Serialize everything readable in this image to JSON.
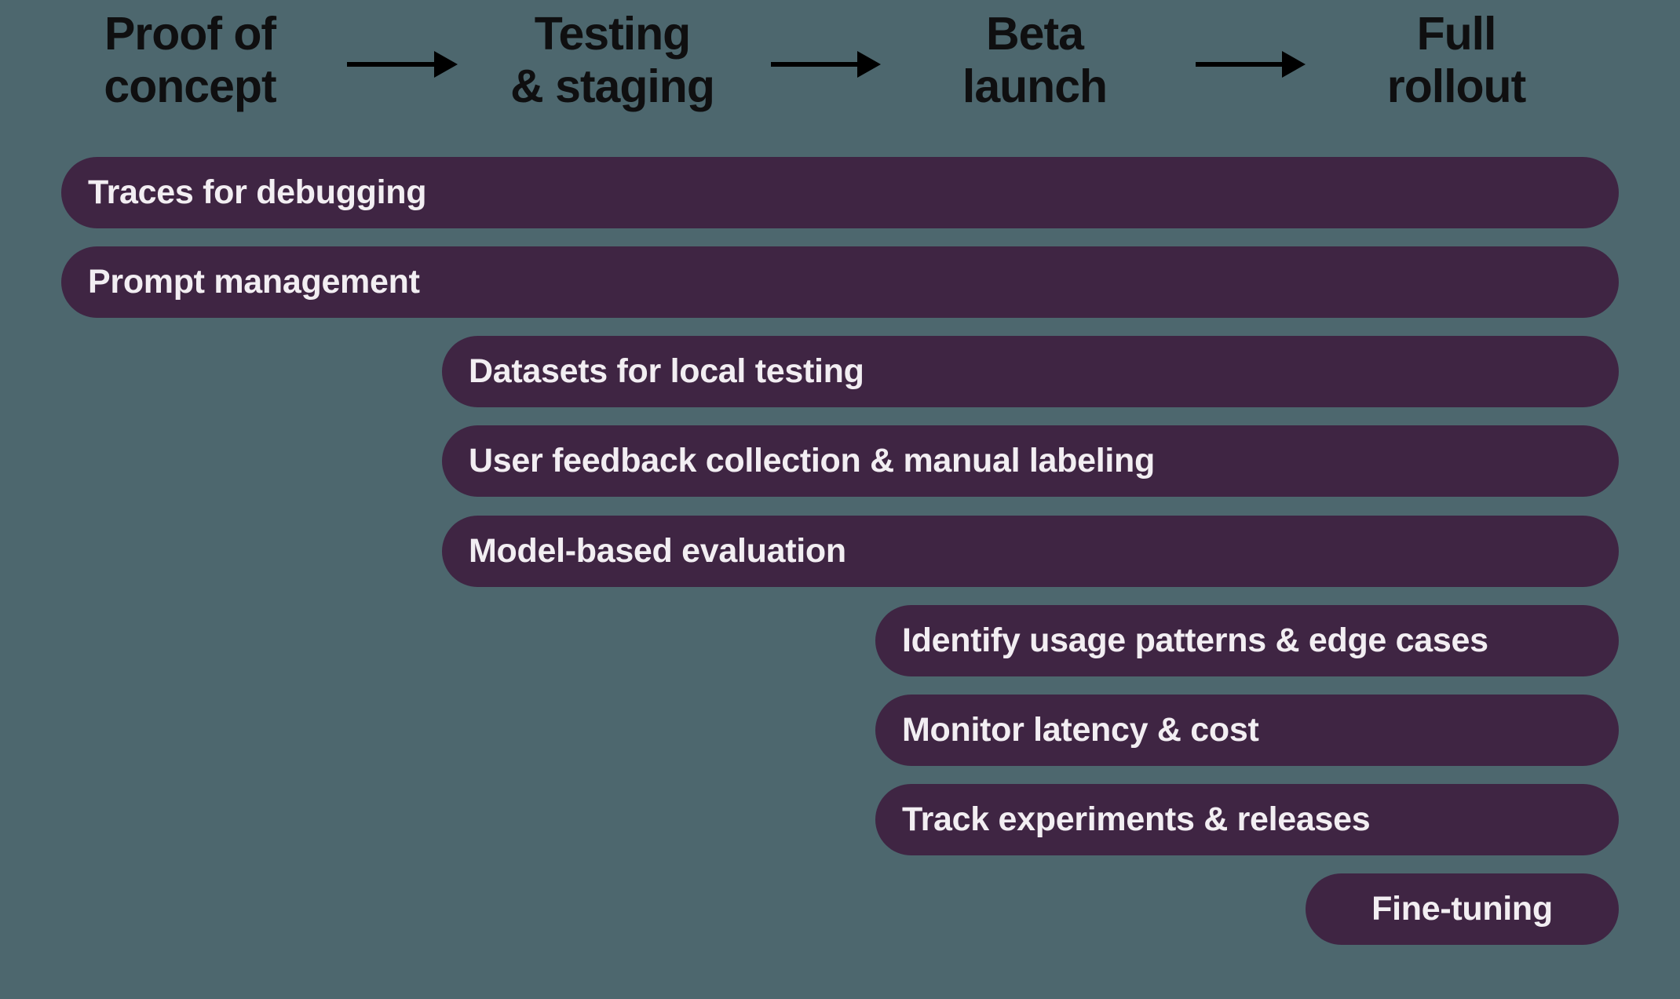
{
  "colors": {
    "background": "#4d676e",
    "bar_fill": "#3f2543",
    "header_text": "#0f0f10",
    "bar_text": "#f2eef2",
    "arrow": "#000000"
  },
  "phases": [
    {
      "name": "Proof of concept",
      "line1": "Proof of",
      "line2": "concept"
    },
    {
      "name": "Testing & staging",
      "line1": "Testing",
      "line2": "& staging"
    },
    {
      "name": "Beta launch",
      "line1": "Beta",
      "line2": "launch"
    },
    {
      "name": "Full rollout",
      "line1": "Full",
      "line2": "rollout"
    }
  ],
  "bars": [
    {
      "label": "Traces for debugging",
      "start_phase": "Proof of concept"
    },
    {
      "label": "Prompt management",
      "start_phase": "Proof of concept"
    },
    {
      "label": "Datasets for local testing",
      "start_phase": "Testing & staging"
    },
    {
      "label": "User feedback collection & manual labeling",
      "start_phase": "Testing & staging"
    },
    {
      "label": "Model-based evaluation",
      "start_phase": "Testing & staging"
    },
    {
      "label": "Identify usage patterns & edge cases",
      "start_phase": "Beta launch"
    },
    {
      "label": "Monitor latency & cost",
      "start_phase": "Beta launch"
    },
    {
      "label": "Track experiments & releases",
      "start_phase": "Beta launch"
    },
    {
      "label": "Fine-tuning",
      "start_phase": "Full rollout"
    }
  ]
}
